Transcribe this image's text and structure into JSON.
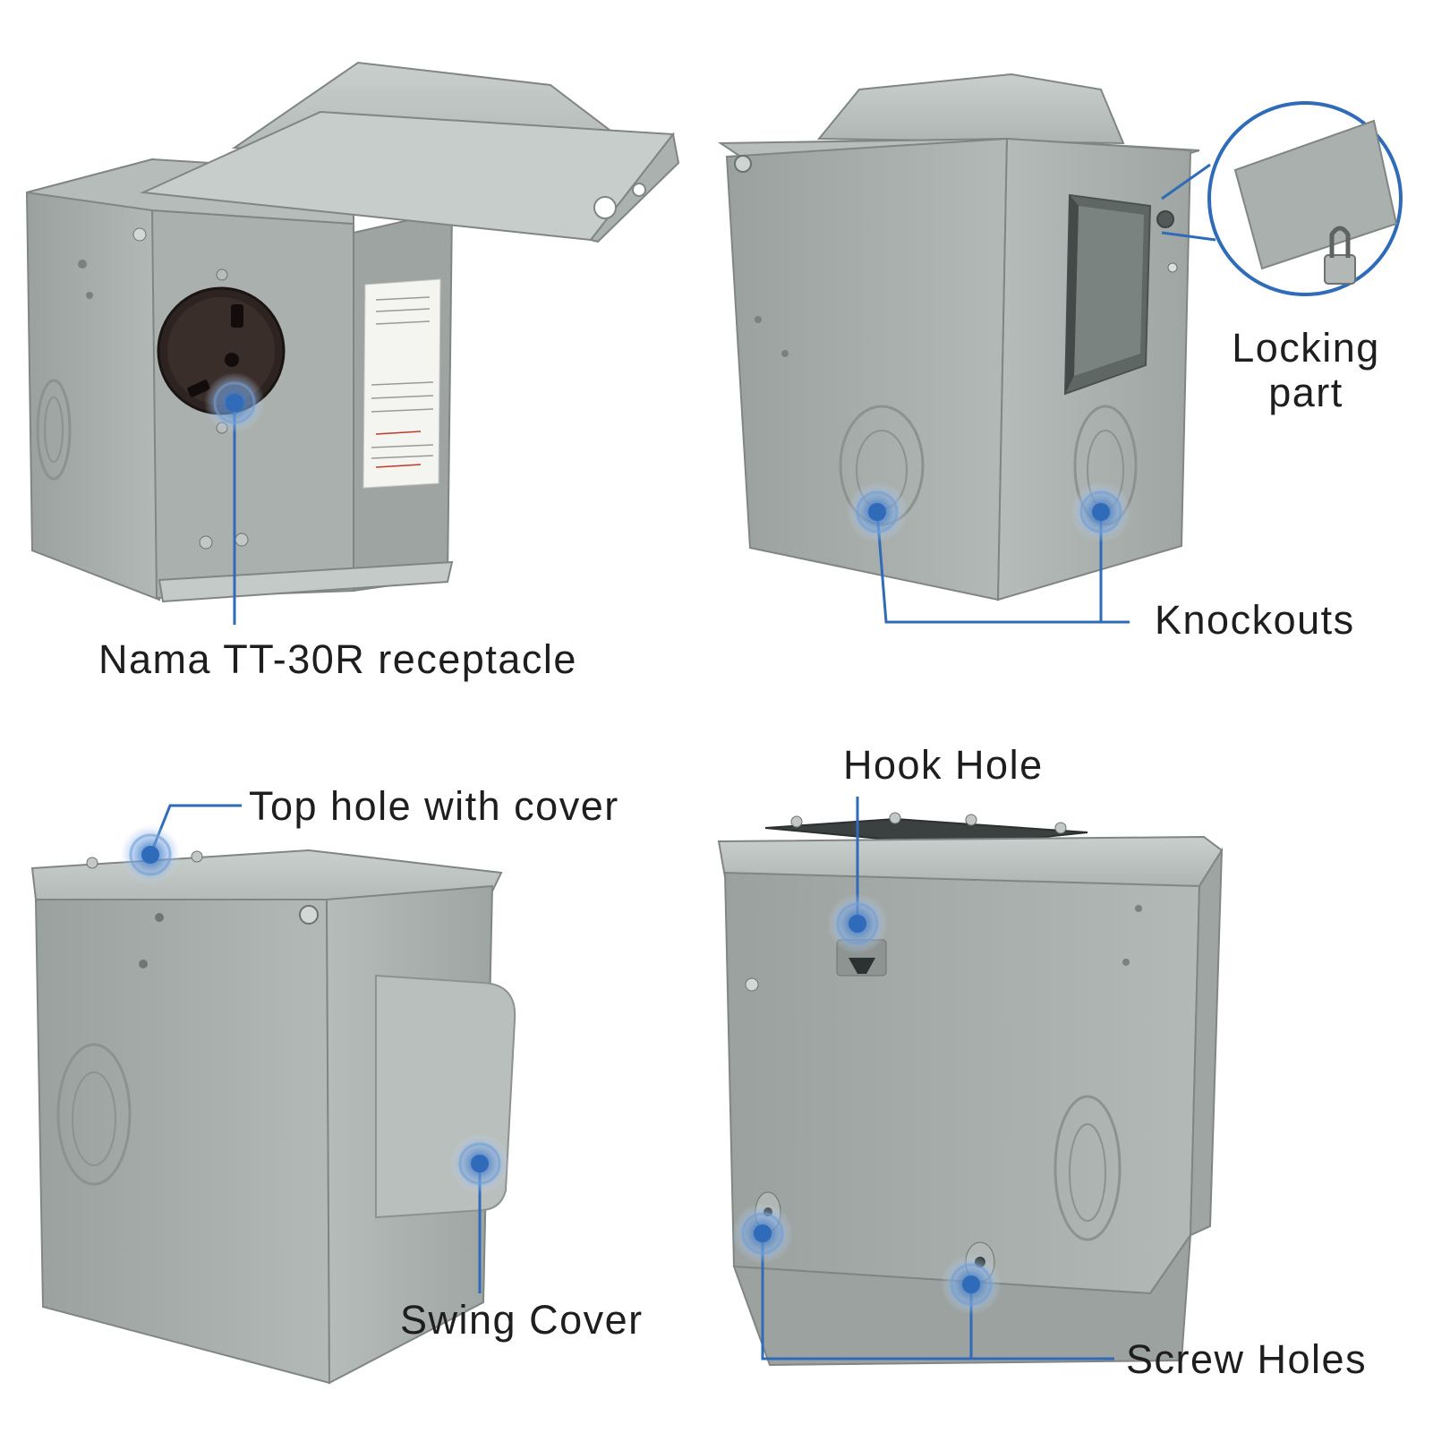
{
  "colors": {
    "background": "#ffffff",
    "box_body": "#a7aeac",
    "box_shade": "#959c9a",
    "box_light": "#c2c8c6",
    "box_dark": "#7f8684",
    "callout_blue": "#2f6bb8",
    "callout_glow": "#8fb4e3",
    "label_text": "#1e1e1e"
  },
  "callouts": {
    "receptacle": {
      "label": "Nama TT-30R receptacle"
    },
    "locking": {
      "label_line1": "Locking",
      "label_line2": "part"
    },
    "knockouts": {
      "label": "Knockouts"
    },
    "top_hole": {
      "label": "Top hole with cover"
    },
    "hook_hole": {
      "label": "Hook Hole"
    },
    "swing_cover": {
      "label": "Swing Cover"
    },
    "screw_holes": {
      "label": "Screw Holes"
    }
  },
  "illustrations": [
    "outlet-box-open-cover",
    "outlet-box-side-with-lock",
    "outlet-box-back-swing-cover",
    "outlet-box-rear-mounting"
  ]
}
